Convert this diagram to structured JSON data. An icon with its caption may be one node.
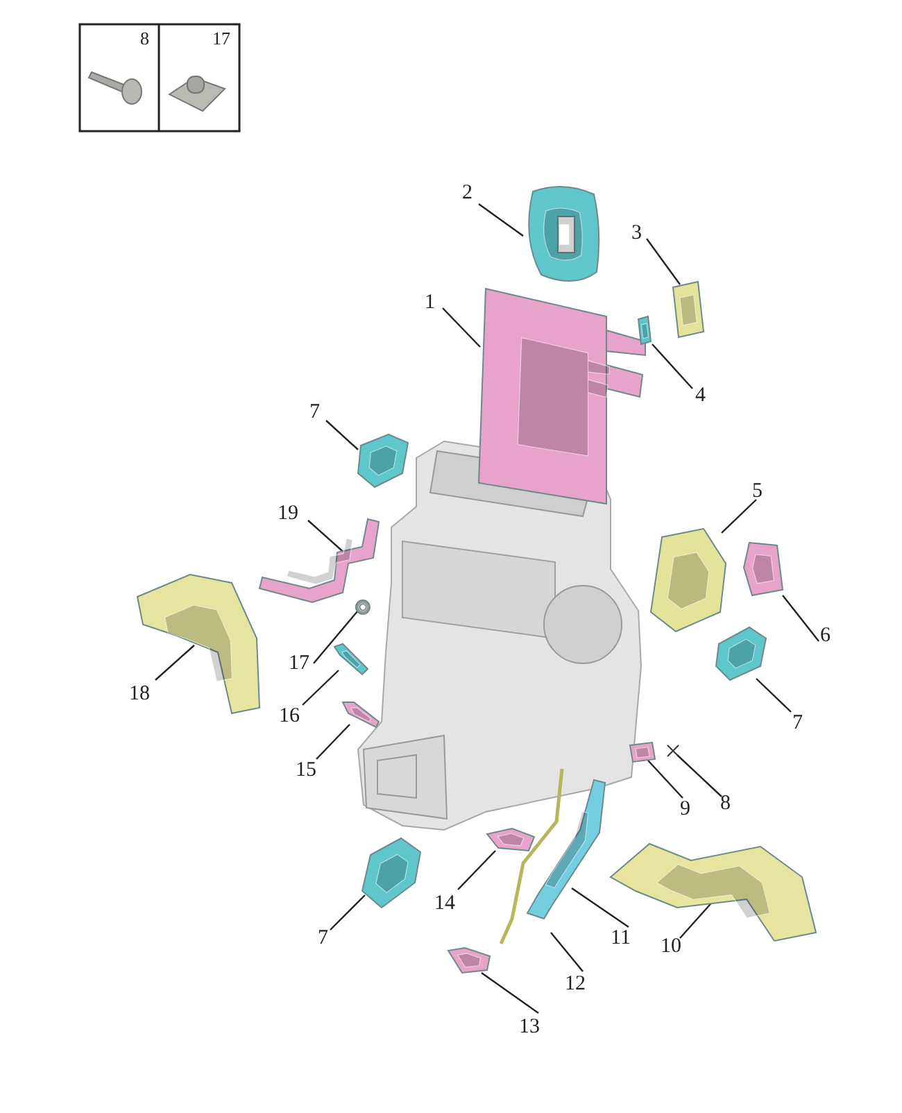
{
  "diagram": {
    "nodes": [
      {
        "text": [
          "2"
        ]
      },
      {
        "text": [
          "3"
        ]
      },
      {
        "text": [
          "1"
        ]
      },
      {
        "text": [
          "4"
        ]
      },
      {
        "text": [
          "7"
        ]
      },
      {
        "text": [
          "5"
        ]
      },
      {
        "text": [
          "19"
        ]
      },
      {
        "text": [
          "6"
        ]
      },
      {
        "text": [
          "17"
        ]
      },
      {
        "text": [
          "18"
        ]
      },
      {
        "text": [
          "7"
        ]
      },
      {
        "text": [
          "16"
        ]
      },
      {
        "text": [
          "15"
        ]
      },
      {
        "text": [
          "9"
        ]
      },
      {
        "text": [
          "8"
        ]
      },
      {
        "text": [
          "14"
        ]
      },
      {
        "text": [
          "11"
        ]
      },
      {
        "text": [
          "10"
        ]
      },
      {
        "text": [
          "7"
        ]
      },
      {
        "text": [
          "12"
        ]
      },
      {
        "text": [
          "13"
        ]
      },
      {
        "text": [],
        "shape": "picture"
      },
      {
        "text": [],
        "shape": "picture"
      },
      {
        "text": [],
        "shape": "picture"
      },
      {
        "text": [],
        "shape": "picture"
      },
      {
        "text": [],
        "shape": "picture"
      },
      {
        "text": [],
        "shape": "picture"
      },
      {
        "text": [],
        "shape": "picture"
      },
      {
        "text": [],
        "shape": "picture"
      },
      {
        "text": [],
        "shape": "picture"
      },
      {
        "text": [],
        "shape": "picture"
      },
      {
        "text": [],
        "shape": "picture"
      },
      {
        "text": [],
        "shape": "picture"
      },
      {
        "text": [],
        "shape": "picture"
      },
      {
        "text": [],
        "shape": "picture"
      },
      {
        "text": [],
        "shape": "picture"
      },
      {
        "text": [],
        "shape": "picture"
      },
      {
        "text": [],
        "shape": "picture"
      },
      {
        "text": [],
        "shape": "picture"
      },
      {
        "text": [],
        "shape": "picture"
      },
      {
        "text": [],
        "shape": "picture"
      },
      {
        "text": [],
        "shape": "picture"
      }
    ],
    "edges": [
      {
        "from": 0,
        "to": 21,
        "arrow": "none"
      },
      {
        "from": 1,
        "to": 22,
        "arrow": "none"
      },
      {
        "from": 2,
        "to": 23,
        "arrow": "none"
      },
      {
        "from": 3,
        "to": 24,
        "arrow": "none"
      },
      {
        "from": 4,
        "to": 25,
        "arrow": "none"
      },
      {
        "from": 5,
        "to": 26,
        "arrow": "none"
      },
      {
        "from": 6,
        "to": 27,
        "arrow": "none"
      },
      {
        "from": 7,
        "to": 28,
        "arrow": "none"
      },
      {
        "from": 8,
        "to": 29,
        "arrow": "none"
      },
      {
        "from": 9,
        "to": 30,
        "arrow": "none"
      },
      {
        "from": 10,
        "to": 31,
        "arrow": "none"
      },
      {
        "from": 11,
        "to": 32,
        "arrow": "none"
      },
      {
        "from": 12,
        "to": 33,
        "arrow": "none"
      },
      {
        "from": 13,
        "to": 34,
        "arrow": "none"
      },
      {
        "from": 14,
        "to": 35,
        "arrow": "none"
      },
      {
        "from": 15,
        "to": 36,
        "arrow": "none"
      },
      {
        "from": 16,
        "to": 37,
        "arrow": "none"
      },
      {
        "from": 17,
        "to": 38,
        "arrow": "none"
      },
      {
        "from": 18,
        "to": 39,
        "arrow": "none"
      },
      {
        "from": 19,
        "to": 40,
        "arrow": "none"
      },
      {
        "from": 20,
        "to": 41,
        "arrow": "none"
      }
    ],
    "labels": [
      "8",
      "17"
    ]
  }
}
